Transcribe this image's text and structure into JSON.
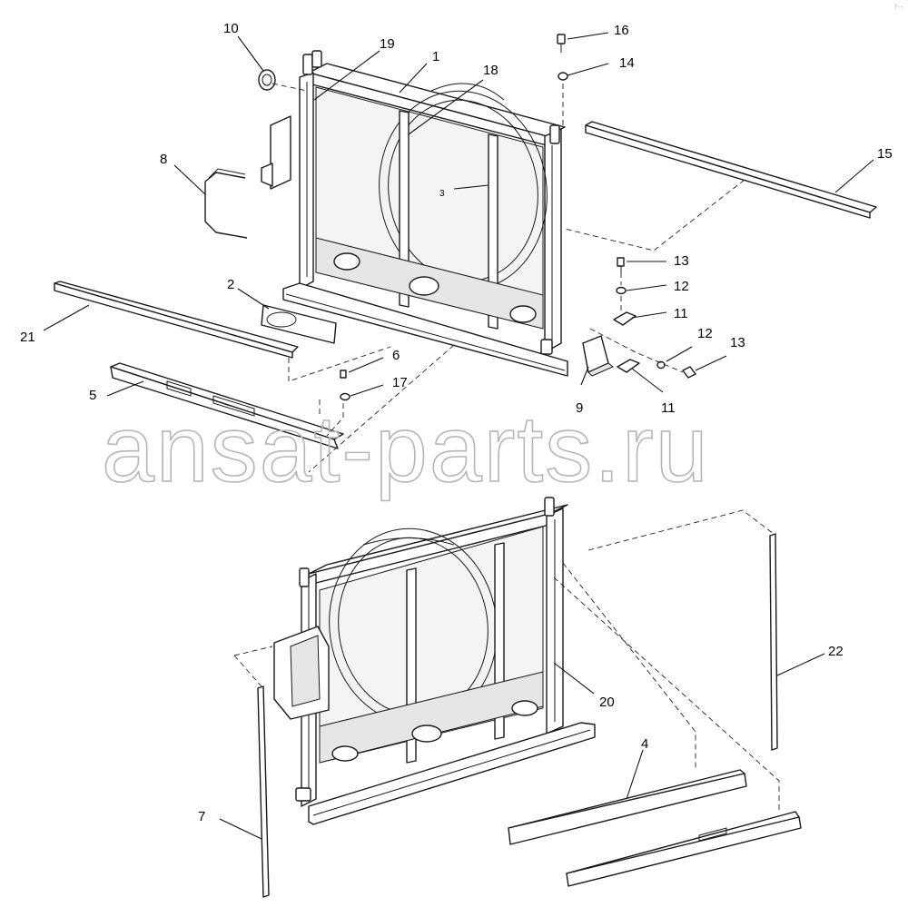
{
  "watermark": "ansat-parts.ru",
  "corner_mark": "r--",
  "callouts": [
    {
      "id": "c10",
      "label": "10"
    },
    {
      "id": "c19",
      "label": "19"
    },
    {
      "id": "c1",
      "label": "1"
    },
    {
      "id": "c18",
      "label": "18"
    },
    {
      "id": "c16",
      "label": "16"
    },
    {
      "id": "c14",
      "label": "14"
    },
    {
      "id": "c15",
      "label": "15"
    },
    {
      "id": "c8",
      "label": "8"
    },
    {
      "id": "c3",
      "label": "3"
    },
    {
      "id": "c13a",
      "label": "13"
    },
    {
      "id": "c12a",
      "label": "12"
    },
    {
      "id": "c11a",
      "label": "11"
    },
    {
      "id": "c12b",
      "label": "12"
    },
    {
      "id": "c13b",
      "label": "13"
    },
    {
      "id": "c11b",
      "label": "11"
    },
    {
      "id": "c9",
      "label": "9"
    },
    {
      "id": "c2",
      "label": "2"
    },
    {
      "id": "c21",
      "label": "21"
    },
    {
      "id": "c6",
      "label": "6"
    },
    {
      "id": "c17",
      "label": "17"
    },
    {
      "id": "c5",
      "label": "5"
    },
    {
      "id": "c22",
      "label": "22"
    },
    {
      "id": "c20",
      "label": "20"
    },
    {
      "id": "c4",
      "label": "4"
    },
    {
      "id": "c7",
      "label": "7"
    }
  ]
}
